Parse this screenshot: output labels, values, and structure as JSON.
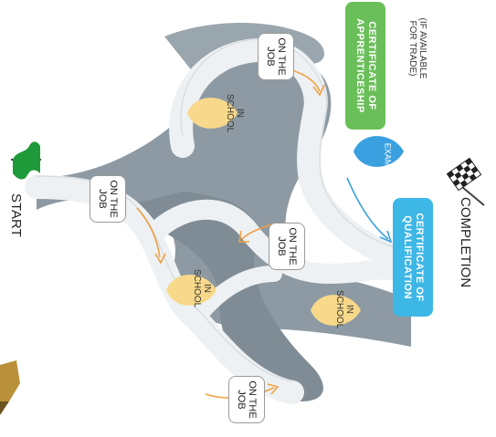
{
  "start": {
    "label": "START"
  },
  "completion": {
    "label": "COMPLETION"
  },
  "stages": {
    "on_the_job_1": "ON THE\nJOB",
    "in_school_1": "IN\nSCHOOL",
    "on_the_job_2": "ON THE\nJOB",
    "in_school_2": "IN\nSCHOOL",
    "on_the_job_3": "ON THE\nJOB",
    "in_school_3": "IN\nSCHOOL",
    "on_the_job_4": "ON THE\nJOB"
  },
  "exams": {
    "label": "EXAMS"
  },
  "certificate_apprenticeship": {
    "label": "CERTIFICATE OF\nAPPRENTICESHIP"
  },
  "trade_note": {
    "label": "(IF AVAILABLE\nFOR TRADE)"
  },
  "certificate_qualification": {
    "label": "CERTIFICATE OF\nQUALIFICATION"
  },
  "colors": {
    "road_gray": "#8d9aa3",
    "road_light": "#eef1f3",
    "arrow": "#f0a040",
    "school_pin": "#f8d88a",
    "exam_pin": "#3aa0e0",
    "cert_green": "#6bbf5a",
    "cert_blue": "#3db7e6",
    "start_flag": "#1e9a3a"
  }
}
